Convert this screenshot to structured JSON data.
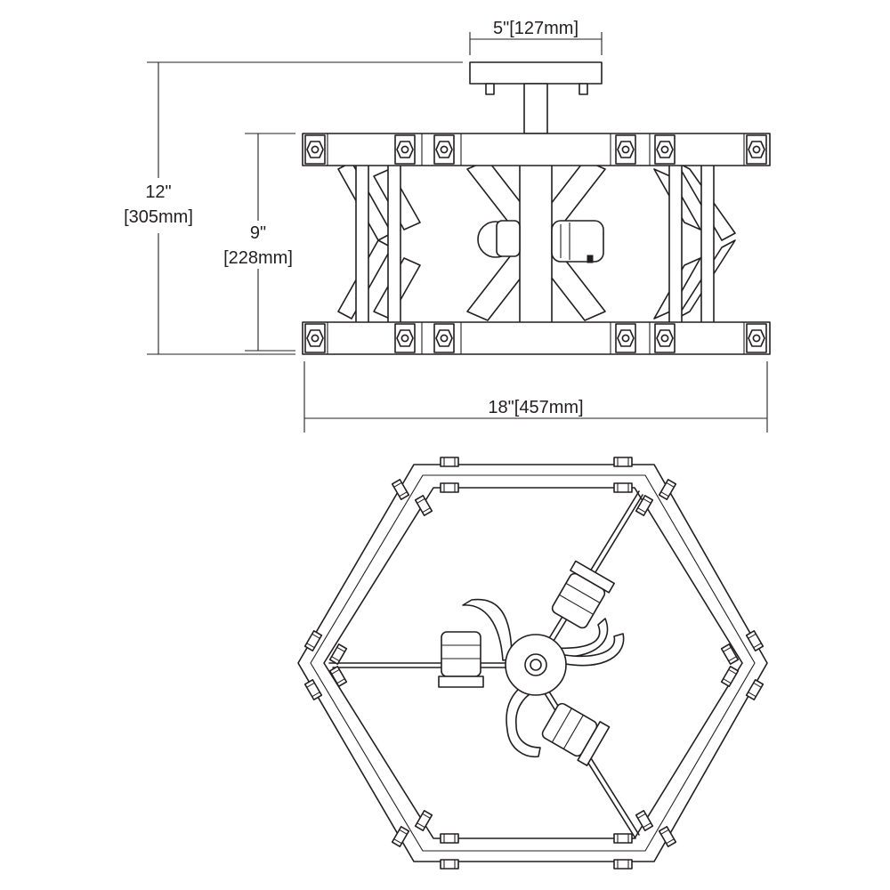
{
  "dimensions": {
    "canopy_width": "5\"[127mm]",
    "overall_height_in": "12\"",
    "overall_height_mm": "[305mm]",
    "body_height_in": "9\"",
    "body_height_mm": "[228mm]",
    "overall_width": "18\"[457mm]"
  },
  "colors": {
    "line": "#231f20",
    "background": "#ffffff"
  }
}
